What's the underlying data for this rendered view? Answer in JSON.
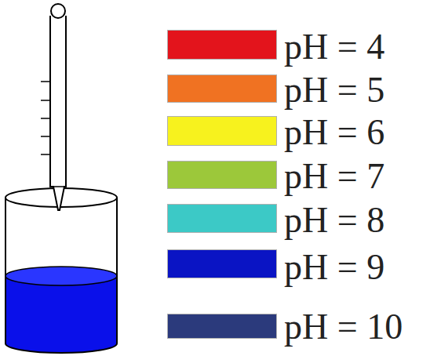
{
  "diagram": {
    "legend": [
      {
        "text": "pH = 4",
        "color": "#e3141c"
      },
      {
        "text": "pH = 5",
        "color": "#f07222"
      },
      {
        "text": "pH = 6",
        "color": "#f7f21e"
      },
      {
        "text": "pH = 7",
        "color": "#9cc83a"
      },
      {
        "text": "pH = 8",
        "color": "#3cc9c6"
      },
      {
        "text": "pH = 9",
        "color": "#0a14c4"
      },
      {
        "text": "pH = 10",
        "color": "#2b3a7c"
      }
    ]
  }
}
